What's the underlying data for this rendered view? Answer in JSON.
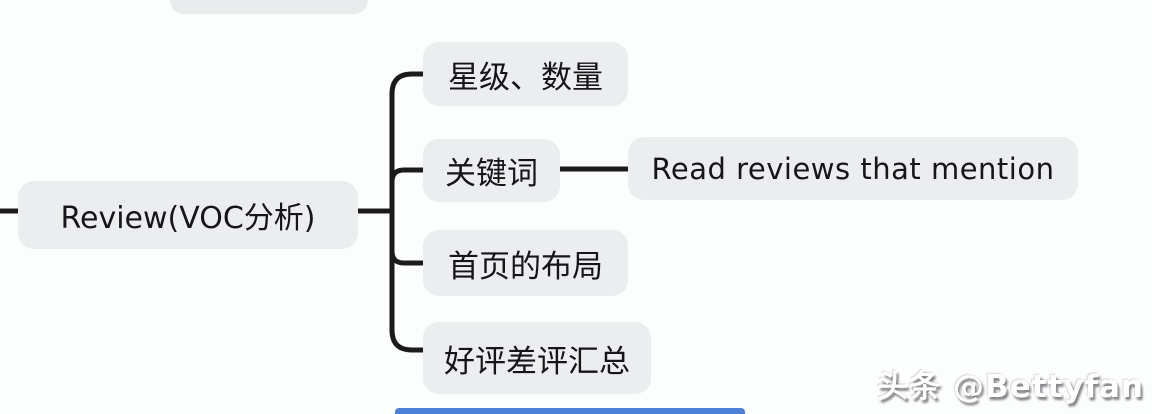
{
  "mindmap": {
    "root": {
      "label": "Review(VOC分析)"
    },
    "children": [
      {
        "label": "星级、数量"
      },
      {
        "label": "关键词",
        "child": {
          "label": "Read reviews that mention"
        }
      },
      {
        "label": "首页的布局"
      },
      {
        "label": "好评差评汇总"
      }
    ]
  },
  "watermark": {
    "text": "头条 @Bettyfan"
  },
  "colors": {
    "node_background": "#ebedee",
    "connector": "#1b1b1b",
    "canvas_background": "#fcfdfd",
    "bottom_partial_node": "#4c7fd6",
    "text": "#161618"
  }
}
